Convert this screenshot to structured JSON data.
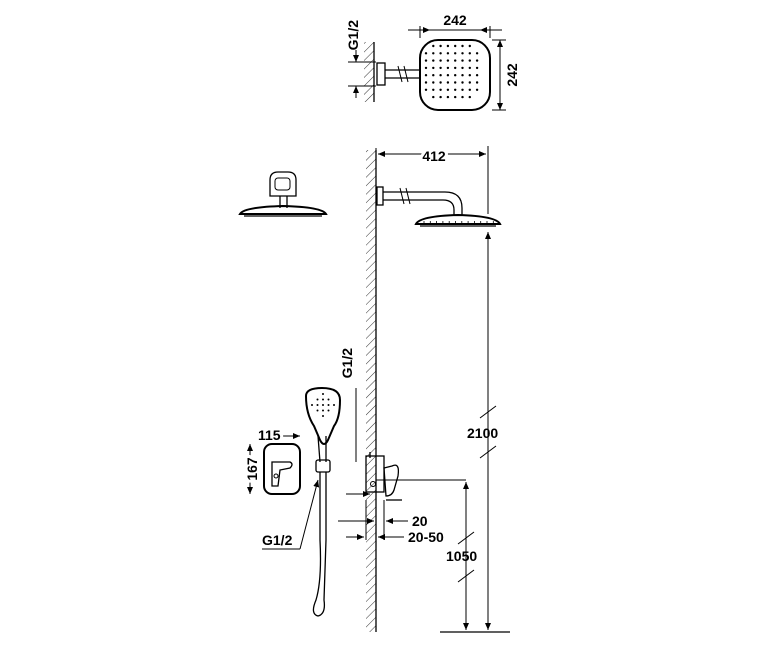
{
  "labels": {
    "head_width": "242",
    "head_height": "242",
    "head_thread": "G1/2",
    "arm_length": "412",
    "total_height": "2100",
    "handshower_thread": "G1/2",
    "plate_width": "115",
    "plate_height": "167",
    "hose_thread": "G1/2",
    "wall_offset": "20",
    "wall_depth": "20-50",
    "valve_height": "1050"
  },
  "colors": {
    "ink": "#000000",
    "background": "#ffffff"
  }
}
